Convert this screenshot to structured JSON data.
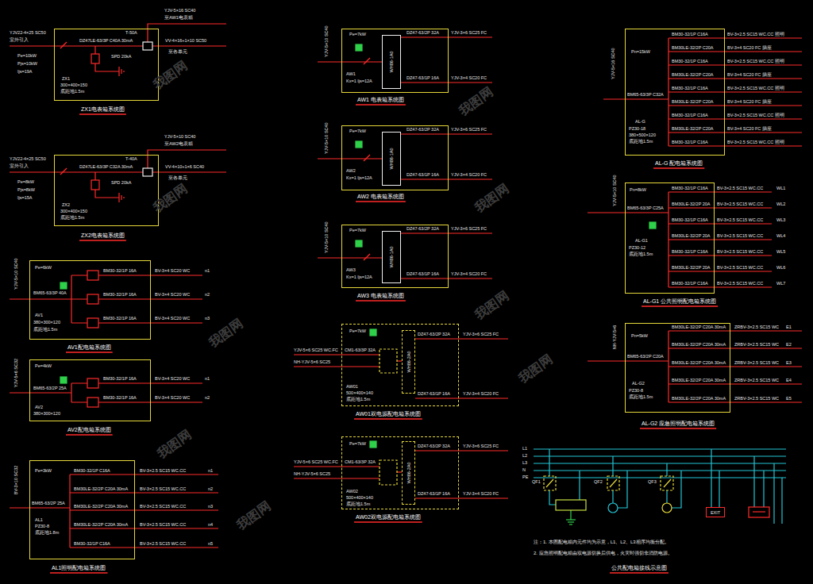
{
  "diagram": {
    "nodes": [
      {
        "text": [
          "DZ47LE-63/3P C40A 30mA",
          "T-50A",
          "SPD 20kA",
          "ZX1",
          "300×400×150",
          "底距地1.5m",
          "ZX1电表箱系统图"
        ]
      },
      {
        "text": [
          "DZ47LE-63/3P C32A 30mA",
          "T-40A",
          "SPD 20kA",
          "ZX2",
          "300×400×150",
          "底距地1.5m",
          "ZX2电表箱系统图"
        ]
      },
      {
        "text": [
          "Pe=6kW",
          "BM65-63/3P 40A",
          "BM30-32/1P 16A",
          "BM30-32/1P 16A",
          "BM30-32/1P 16A",
          "AV1",
          "380×300×120",
          "底距地1.5m",
          "AV1配电箱系统图"
        ]
      },
      {
        "text": [
          "Pe=4kW",
          "BM65-63/2P 25A",
          "BM30-32/1P 16A",
          "BM30-32/1P 16A",
          "AV2",
          "380×300×120",
          "AV2配电箱系统图"
        ]
      },
      {
        "text": [
          "Pe=3kW",
          "BM65-63/2P 25A",
          "AL1",
          "PZ30-8",
          "底距地1.8m",
          "BM30-32/1P C16A",
          "BM30LE-32/2P C20A 30mA",
          "BM30LE-32/2P C20A 30mA",
          "BM30LE-32/2P C20A 30mA",
          "BM30-32/1P C16A",
          "AL1照明配电箱系统图"
        ]
      },
      {
        "text": [
          "Pe=7kW",
          "AW1",
          "Kx=1 Ijs=12A",
          "DZ47-63/2P 32A",
          "DZ47-63/1P 16A",
          "AW1 电表箱系统图"
        ]
      },
      {
        "text": [
          "WH86-1A0"
        ],
        "in": 5
      },
      {
        "text": [
          "Pe=7kW",
          "AW2",
          "Kx=1 Ijs=12A",
          "DZ47-63/2P 32A",
          "DZ47-63/1P 16A",
          "AW2 电表箱系统图"
        ]
      },
      {
        "text": [
          "WH86-1A0"
        ],
        "in": 7
      },
      {
        "text": [
          "Pe=7kW",
          "AW3",
          "Kx=1 Ijs=12A",
          "DZ47-63/2P 32A",
          "DZ47-63/1P 16A",
          "AW3 电表箱系统图"
        ]
      },
      {
        "text": [
          "WH86-1A0"
        ],
        "in": 9
      },
      {
        "text": [
          "Pe=7kW",
          "CM1-63/3P 32A",
          "AW01",
          "500×400×140",
          "底距地1.5m",
          "DZ47-63/2P 32A",
          "DZ47-63/1P 16A",
          "AW01双电源配电箱系统图"
        ]
      },
      {
        "text": [
          "WH86-2A0"
        ],
        "in": 11
      },
      {
        "text": [
          "Pe=7kW",
          "CM1-63/3P 32A",
          "AW02",
          "500×400×140",
          "底距地1.5m",
          "DZ47-63/2P 32A",
          "DZ47-63/1P 16A",
          "AW02双电源配电箱系统图"
        ]
      },
      {
        "text": [
          "WH86-2A0"
        ],
        "in": 13
      },
      {
        "text": [
          "Pn=15kW",
          "BM65-63/3P C32A",
          "AL-G",
          "PZ30-18",
          "380×500×120",
          "底距地1.5m",
          "BM30-32/1P C16A",
          "BM30LE-32/2P C20A",
          "BM30-32/1P C16A",
          "BM30LE-32/2P C20A",
          "BM30-32/1P C16A",
          "BM30LE-32/2P C20A",
          "BM30-32/1P C16A",
          "BM30LE-32/2P C20A",
          "BM30-32/1P C16A",
          "AL-G 配电箱系统图"
        ]
      },
      {
        "text": [
          "Pn=8kW",
          "BM65-63/3P C25A",
          "AL-G1",
          "PZ30-12",
          "底距地1.5m",
          "BM30-32/1P C16A",
          "BM30LE-32/2P 20A",
          "BM30-32/1P C16A",
          "BM30LE-32/2P 20A",
          "BM30-32/1P C16A",
          "BM30LE-32/2P 20A",
          "BM30-32/1P C16A",
          "AL-G1 公共照明配电箱系统图"
        ]
      },
      {
        "text": [
          "Pn=5kW",
          "BM65-63/2P C20A",
          "AL-G2",
          "PZ30-8",
          "底距地1.5m",
          "BM30LE-32/2P C20A 30mA",
          "BM30LE-32/2P C20A 30mA",
          "BM30LE-32/2P C20A 30mA",
          "BM30LE-32/2P C20A 30mA",
          "BM30LE-32/2P C20A 30mA",
          "AL-G2 应急照明配电箱系统图"
        ]
      },
      {
        "text": [
          "EXIT"
        ]
      }
    ],
    "labels": [
      "YJV22-4×25 SC50",
      "室外引入",
      "Pe=10kW",
      "Pjs=10kW",
      "Ijs=19A",
      "YJV-5×16 SC40",
      "至AW1电表箱",
      "VV-4×16+1×10 SC50",
      "至各单元",
      "YJV22-4×25 SC50",
      "室外引入",
      "Pe=8kW",
      "Pjs=8kW",
      "Ijs=15A",
      "YJV-5×10 SC40",
      "至AW2电表箱",
      "VV-4×10+1×6 SC40",
      "至各单元",
      "YJV-5×10 SC40",
      "BV-3×4 SC20 WC",
      "n1",
      "BV-3×4 SC20 WC",
      "n2",
      "BV-3×4 SC20 WC",
      "n3",
      "YJV-5×6 SC32",
      "BV-3×4 SC20 WC",
      "n1",
      "BV-3×4 SC20 WC",
      "n2",
      "BV-3×10 SC32",
      "BV-3×2.5 SC15 WC.CC",
      "n1",
      "BV-3×2.5 SC15 WC.CC",
      "n2",
      "BV-3×2.5 SC15 WC.CC",
      "n3",
      "BV-3×2.5 SC15 WC.CC",
      "n4",
      "BV-3×2.5 SC15 WC.CC",
      "n5",
      "YJV-5×10 SC40",
      "YJV-3×6 SC25 FC",
      "YJV-3×4 SC20 FC",
      "YJV-5×10 SC40",
      "YJV-3×6 SC25 FC",
      "YJV-3×4 SC20 FC",
      "YJV-5×10 SC40",
      "YJV-3×6 SC25 FC",
      "YJV-3×4 SC20 FC",
      "YJV-5×6 SC25 WC.FC",
      "NH-YJV-5×6 SC25",
      "YJV-3×6 SC25 FC",
      "YJV-3×4 SC20 FC",
      "YJV-5×6 SC25 WC.FC",
      "NH-YJV-5×6 SC25",
      "YJV-3×6 SC25 FC",
      "YJV-3×4 SC20 FC",
      "YJV-5×16 SC40",
      "BV-3×2.5 SC15 WC.CC 照明",
      "BV-3×4 SC20 FC 插座",
      "BV-3×2.5 SC15 WC.CC 照明",
      "BV-3×4 SC20 FC 插座",
      "BV-3×2.5 SC15 WC.CC 照明",
      "BV-3×4 SC20 FC 插座",
      "BV-3×2.5 SC15 WC.CC 照明",
      "BV-3×4 SC20 FC 插座",
      "BV-3×2.5 SC15 WC.CC 照明",
      "YJV-5×10 SC40",
      "BV-3×2.5 SC15 WC.CC",
      "WL1",
      "BV-3×2.5 SC15 WC.CC",
      "WL2",
      "BV-3×2.5 SC15 WC.CC",
      "WL3",
      "BV-3×2.5 SC15 WC.CC",
      "WL4",
      "BV-3×2.5 SC15 WC.CC",
      "WL5",
      "BV-3×2.5 SC15 WC.CC",
      "WL6",
      "BV-3×2.5 SC15 WC.CC",
      "WL7",
      "NH-YJV-5×6",
      "ZRBV-3×2.5 SC15 WC",
      "E1",
      "ZRBV-3×2.5 SC15 WC",
      "E2",
      "ZRBV-3×2.5 SC15 WC",
      "E3",
      "ZRBV-3×2.5 SC15 WC",
      "E4",
      "ZRBV-3×2.5 SC15 WC",
      "E5",
      "L1",
      "L2",
      "L3",
      "N",
      "PE",
      "QF1",
      "QF2",
      "QF3",
      "注：1. 本图配电箱内元件均为示意，L1、L2、L3相序均衡分配。",
      "2. 应急照明配电箱由双电源切换后供电，火灾时强切非消防电源。",
      "公共配电箱接线示意图",
      "我图网",
      "我图网",
      "我图网",
      "我图网",
      "我图网",
      "我图网",
      "我图网",
      "我图网",
      "我图网"
    ]
  }
}
